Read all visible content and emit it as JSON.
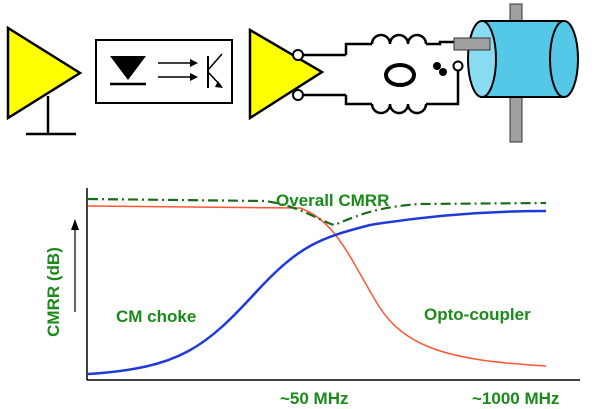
{
  "colors": {
    "amplifier_fill": "#ffff00",
    "outline": "#000000",
    "cylinder": "#55c8e8",
    "shaft": "#a0a0a0",
    "label_green": "#1a8a1a",
    "choke_curve": "#1f3ad6",
    "opto_curve": "#ff5533",
    "overall_curve": "#1a6b1a"
  },
  "icons": {
    "left_amplifier": "triangle-amplifier-icon",
    "optocoupler": "optocoupler-symbol-icon",
    "right_amplifier": "triangle-amplifier-icon",
    "choke": "common-mode-choke-icon",
    "motor": "cylinder-motor-icon"
  },
  "chart": {
    "ylabel": "CMRR (dB)",
    "overall_label": "Overall CMRR",
    "choke_label": "CM choke",
    "opto_label": "Opto-coupler",
    "x_tick_1": "~50 MHz",
    "x_tick_2": "~1000 MHz"
  }
}
